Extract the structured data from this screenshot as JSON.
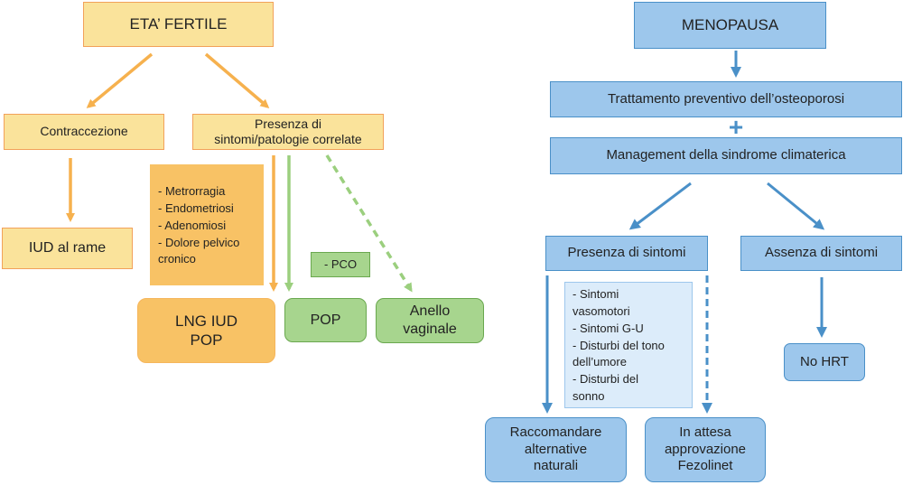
{
  "left": {
    "eta_fertile": "ETA’ FERTILE",
    "contraccezione": "Contraccezione",
    "presenza_sintomi_patologie": [
      "Presenza di",
      "sintomi/patologie correlate"
    ],
    "iud_rame": "IUD al rame",
    "symptoms_list": [
      "- Metrorragia",
      "- Endometriosi",
      "- Adenomiosi",
      "- Dolore pelvico",
      "cronico"
    ],
    "pco": "- PCO",
    "lng_iud_pop": [
      "LNG IUD",
      "POP"
    ],
    "pop": "POP",
    "anello_vaginale": [
      "Anello",
      "vaginale"
    ]
  },
  "right": {
    "menopausa": "MENOPAUSA",
    "osteoporosi": "Trattamento preventivo dell’osteoporosi",
    "plus": "+",
    "climaterica": "Management della sindrome climaterica",
    "presenza_sintomi": "Presenza di sintomi",
    "assenza_sintomi": "Assenza di sintomi",
    "sintomi_list": [
      "- Sintomi",
      "vasomotori",
      "- Sintomi G-U",
      "- Disturbi del tono",
      "dell’umore",
      "- Disturbi del",
      "sonno"
    ],
    "no_hrt": "No HRT",
    "raccomandare": [
      "Raccomandare",
      "alternative",
      "naturali"
    ],
    "in_attesa": [
      "In attesa",
      "approvazione",
      "Fezolinet"
    ]
  },
  "colors": {
    "orange_arrow": "#f6b14e",
    "green_arrow": "#9bcf7e",
    "blue_arrow": "#4a90c8"
  }
}
